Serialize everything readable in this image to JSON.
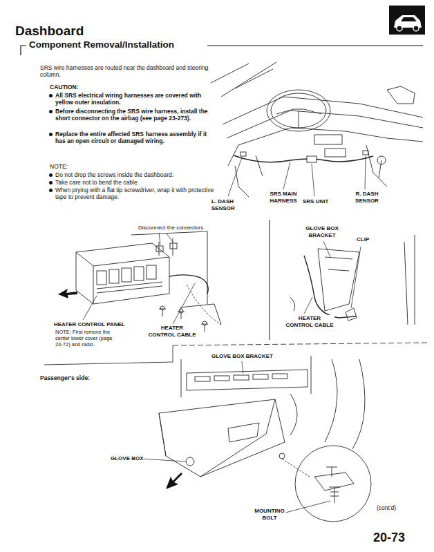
{
  "diagram": {
    "title": "Dashboard",
    "nodes": [
      {
        "text": [
          "GLOVE BOX BRACKET",
          "CLIP",
          "HEATER CONTROL CABLE"
        ]
      }
    ],
    "edges": [],
    "labels": [
      "Component Removal/Installation",
      "SRS wire harnesses are routed near the dashboard and steering column.",
      "CAUTION:",
      "All SRS electrical wiring harnesses are covered with yellow outer insulation.",
      "Before disconnecting the SRS wire harness, install the short connector on the airbag (see page 23-273).",
      "Replace the entire affected SRS harness assembly if it has an open circuit or damaged wiring.",
      "NOTE:",
      "Do not drop the screws inside the dashboard.",
      "Take care not to bend the cable.",
      "When prying with a flat tip screwdriver, wrap it with protective tape to prevent damage.",
      "L. DASH SENSOR",
      "SRS MAIN HARNESS",
      "SRS UNIT",
      "R. DASH SENSOR",
      "Disconnect the connectors.",
      "HEATER CONTROL PANEL",
      "NOTE: First remove the center lower cover (page 20-72) and radio.",
      "HEATER CONTROL CABLE",
      "GLOVE BOX BRACKET",
      "Passenger's side:",
      "GLOVE BOX",
      "MOUNTING BOLT",
      "(cont'd)",
      "20-73"
    ]
  }
}
